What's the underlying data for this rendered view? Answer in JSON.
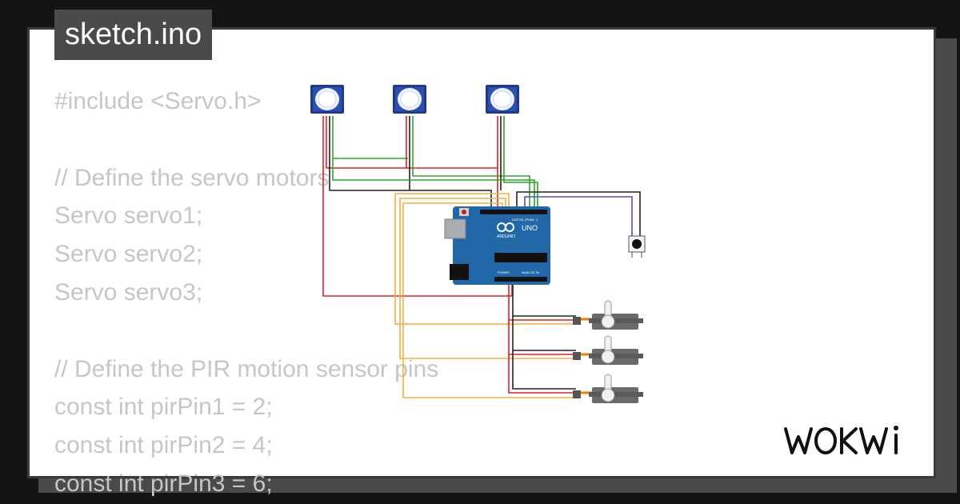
{
  "file_tab": {
    "label": "sketch.ino"
  },
  "code_lines": [
    "#include <Servo.h>",
    "",
    "// Define the servo motors",
    "Servo servo1;",
    "Servo servo2;",
    "Servo servo3;",
    "",
    "// Define the PIR motion sensor pins",
    "const int pirPin1 = 2;",
    "const int pirPin2 = 4;",
    "const int pirPin3 = 6;"
  ],
  "brand": {
    "logo_text": "WOKWI"
  },
  "board": {
    "model": "UNO",
    "maker": "ARDUINO",
    "header_top": "DIGITAL (PWM ~)",
    "header_power": "POWER",
    "header_analog": "ANALOG IN"
  },
  "colors": {
    "background": "#141414",
    "card": "#ffffff",
    "code_text": "#c6c6c6",
    "tab": "#4a4a4a",
    "board": "#2268a8",
    "wire_red": "#e02020",
    "wire_black": "#222222",
    "wire_green": "#2aa52a",
    "wire_orange": "#f0b040",
    "wire_purple": "#5050c0",
    "servo_orange": "#ff7a00"
  }
}
